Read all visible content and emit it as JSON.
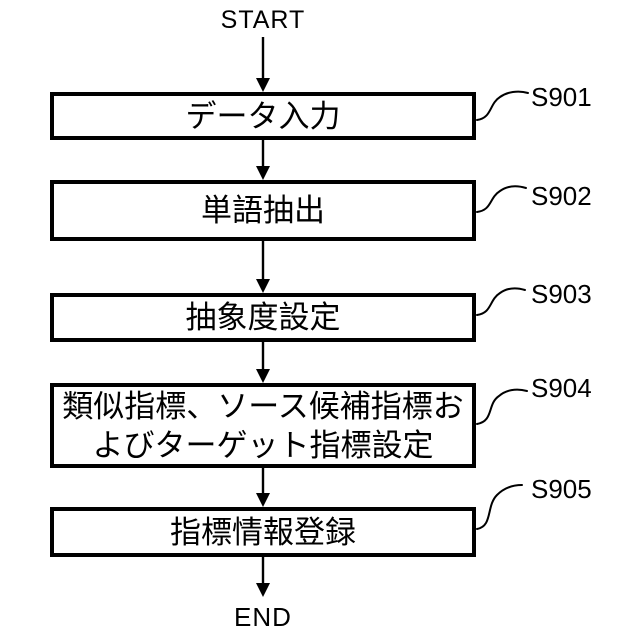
{
  "diagram": {
    "type": "flowchart",
    "start_label": "START",
    "end_label": "END",
    "steps": [
      {
        "id": "S901",
        "label": "データ入力",
        "lines": [
          "データ入力"
        ]
      },
      {
        "id": "S902",
        "label": "単語抽出",
        "lines": [
          "単語抽出"
        ]
      },
      {
        "id": "S903",
        "label": "抽象度設定",
        "lines": [
          "抽象度設定"
        ]
      },
      {
        "id": "S904",
        "label": "類似指標、ソース候補指標およびターゲット指標設定",
        "lines": [
          "類似指標、ソース候補指標お",
          "よびターゲット指標設定"
        ]
      },
      {
        "id": "S905",
        "label": "指標情報登録",
        "lines": [
          "指標情報登録"
        ]
      }
    ],
    "colors": {
      "line": "#000000",
      "text": "#000000",
      "box_fill": "#ffffff",
      "background": "#ffffff"
    }
  }
}
